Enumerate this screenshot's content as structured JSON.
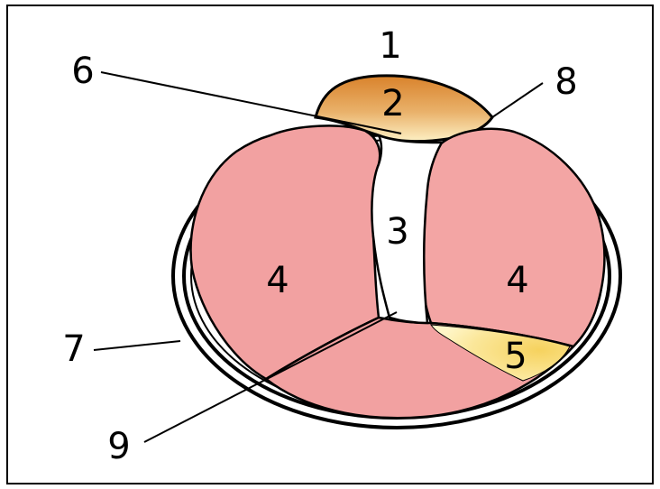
{
  "labels": {
    "l1": "1",
    "l2": "2",
    "l3": "3",
    "l4_left": "4",
    "l4_right": "4",
    "l5": "5",
    "l6": "6",
    "l7": "7",
    "l8": "8",
    "l9": "9"
  },
  "colors": {
    "cap_dark": "#d9822b",
    "cap_light": "#fdf0c4",
    "cell": "#f2a1a1",
    "cell_light": "#f7b2b0",
    "yolk_dark": "#f6d25e",
    "yolk_light": "#fff6c8",
    "outline": "#000000",
    "background": "#ffffff"
  }
}
